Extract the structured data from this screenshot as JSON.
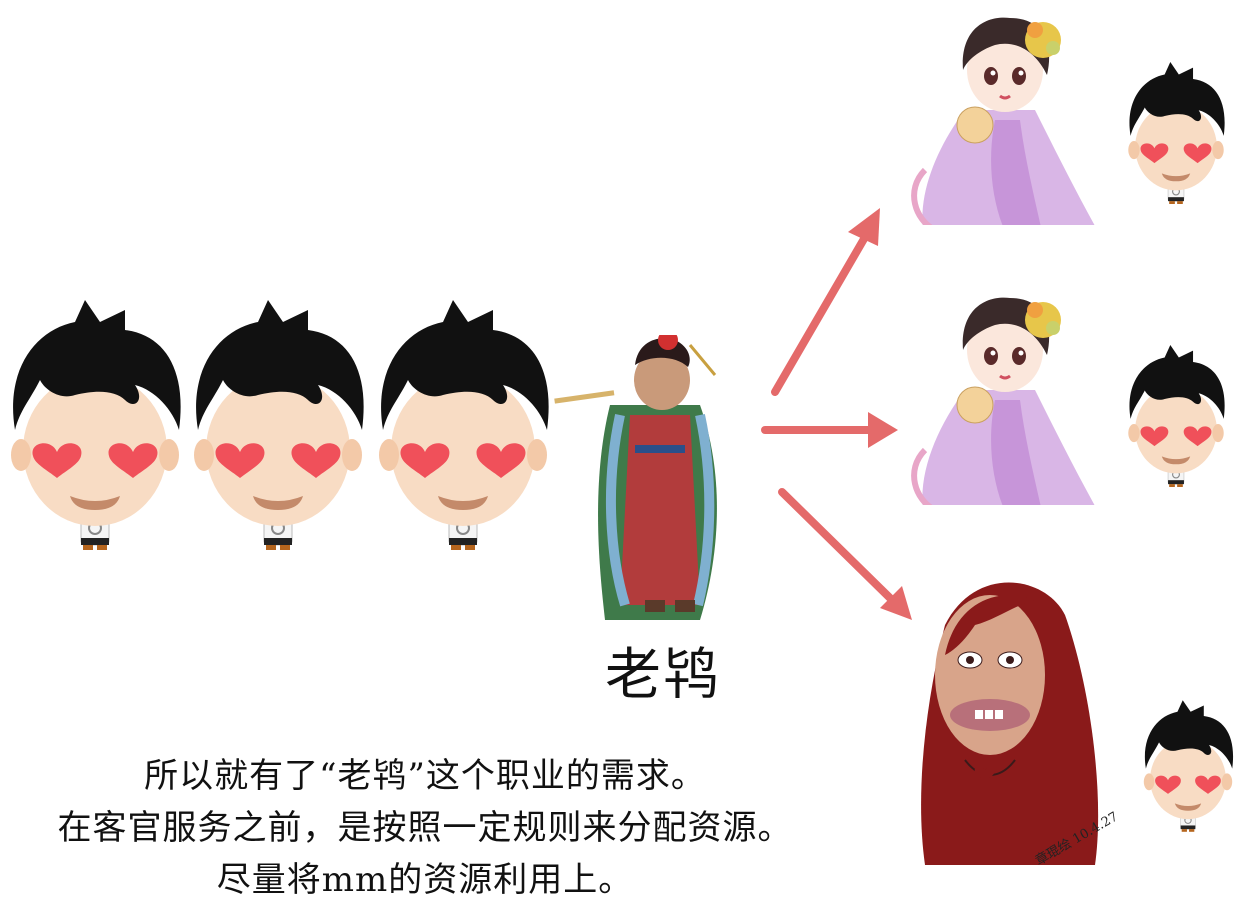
{
  "label": {
    "text": "老鸨"
  },
  "captions": [
    "所以就有了“老鸨”这个职业的需求。",
    "在客官服务之前，是按照一定规则来分配资源。",
    "尽量将mm的资源利用上。"
  ],
  "signature": {
    "text": "章琨绘 10.4.27"
  },
  "colors": {
    "arrow": "#e46a6a",
    "heart": "#f0505a",
    "hair": "#111111",
    "skin": "#f8dcc4"
  }
}
